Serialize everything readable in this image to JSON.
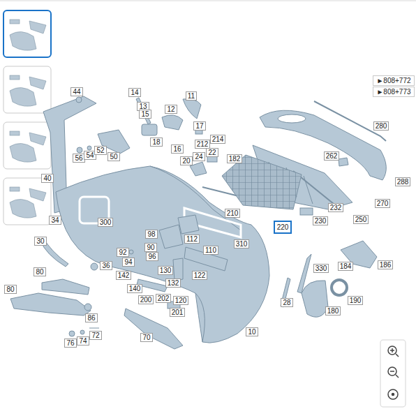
{
  "diagram": {
    "labels": [
      "►808+772",
      "►808+773",
      "44",
      "14",
      "13",
      "15",
      "12",
      "11",
      "17",
      "214",
      "212",
      "22",
      "24",
      "18",
      "16",
      "20",
      "182",
      "262",
      "280",
      "288",
      "270",
      "250",
      "232",
      "230",
      "220",
      "210",
      "10",
      "40",
      "56",
      "54",
      "52",
      "50",
      "34",
      "300",
      "30",
      "98",
      "90",
      "96",
      "92",
      "94",
      "36",
      "112",
      "110",
      "310",
      "142",
      "130",
      "132",
      "122",
      "120",
      "140",
      "200",
      "202",
      "201",
      "80",
      "80",
      "86",
      "76",
      "74",
      "72",
      "70",
      "28",
      "330",
      "184",
      "186",
      "180",
      "190"
    ]
  }
}
